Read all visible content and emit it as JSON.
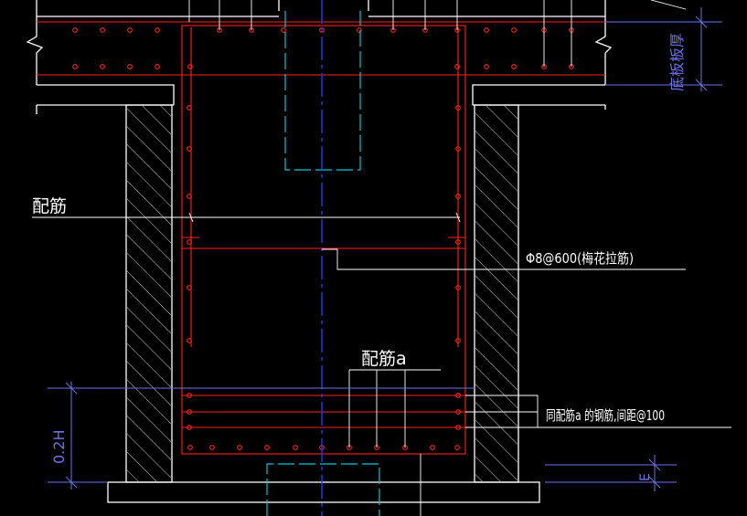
{
  "labels": {
    "peijin": "配筋",
    "peijin_a": "配筋a",
    "tie_bar": "Φ8@600(梅花拉筋)",
    "same_as": "同配筋a 的钢筋,间距@100",
    "slab_thickness": "底板板厚",
    "h02": "0.2H",
    "dim_e": "E"
  },
  "colors": {
    "background": "#000000",
    "outline": "#ffffff",
    "rebar": "#ff2020",
    "dimension": "#6b72e6",
    "centerline": "#2a3cff",
    "hidden": "#00c8dc"
  }
}
